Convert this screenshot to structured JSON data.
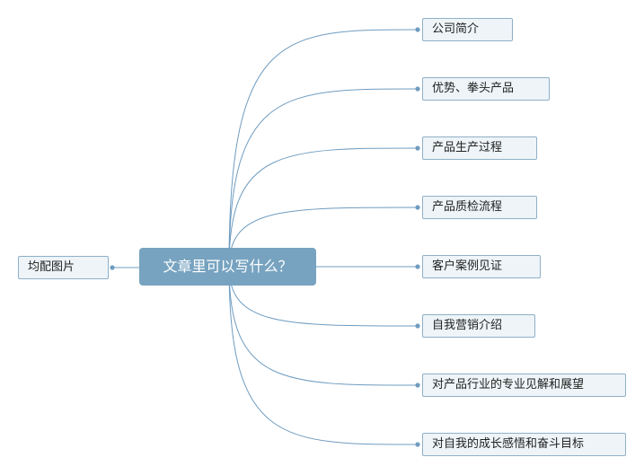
{
  "center": {
    "label": "文章里可以写什么？"
  },
  "left": [
    {
      "label": "均配图片"
    }
  ],
  "right": [
    {
      "label": "公司简介"
    },
    {
      "label": "优势、拳头产品"
    },
    {
      "label": "产品生产过程"
    },
    {
      "label": "产品质检流程"
    },
    {
      "label": "客户案例见证"
    },
    {
      "label": "自我营销介绍"
    },
    {
      "label": "对产品行业的专业见解和展望"
    },
    {
      "label": "对自我的成长感悟和奋斗目标"
    }
  ],
  "colors": {
    "center_fill": "#77a3c0",
    "node_fill": "#eef4f8",
    "node_border": "#8fb0c8",
    "link": "#6f9cc0"
  }
}
